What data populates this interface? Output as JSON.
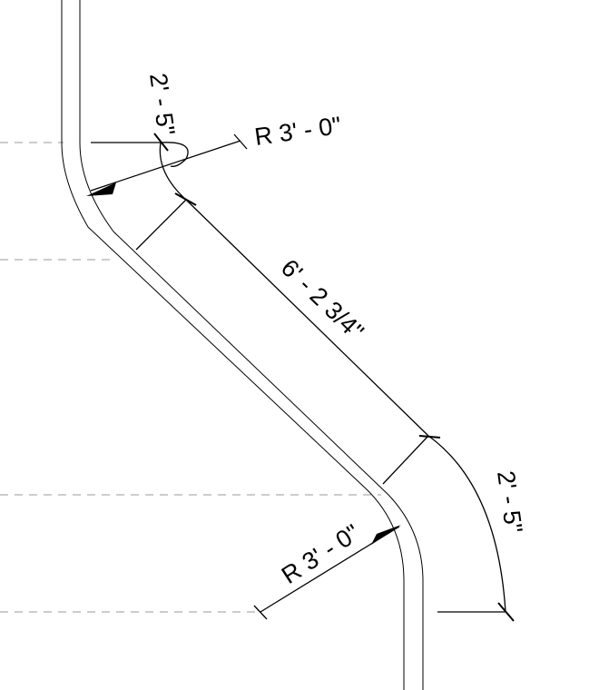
{
  "drawing": {
    "dimensions": {
      "top_arc_length": "2' - 5\"",
      "top_radius": "R 3' - 0\"",
      "straight_length": "6' - 2 3/4\"",
      "bottom_arc_length": "2' - 5\"",
      "bottom_radius": "R 3' - 0\""
    }
  }
}
